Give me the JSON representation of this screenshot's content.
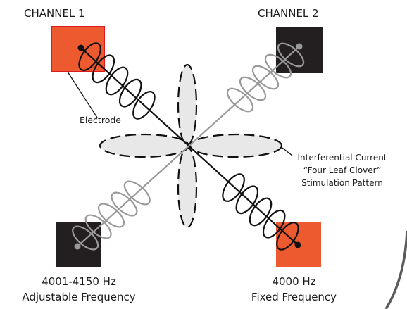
{
  "channel1": {
    "label": "CHANNEL 1",
    "color": "#ee5a2f",
    "border": "#e0181f"
  },
  "channel2": {
    "label": "CHANNEL 2",
    "color": "#231f20"
  },
  "electrode_label": "Electrode",
  "pattern_label": {
    "line1": "Interferential Current",
    "line2": "“Four Leaf Clover”",
    "line3": "Stimulation Pattern"
  },
  "bottom_left": {
    "line1": "4001-4150 Hz",
    "line2": "Adjustable Frequency",
    "color": "#231f20"
  },
  "bottom_right": {
    "line1": "4000 Hz",
    "line2": "Fixed Frequency",
    "color": "#ee5a2f"
  },
  "colors": {
    "wire_dark": "#111111",
    "wire_grey": "#999999",
    "lobe_fill": "#e8e8e8",
    "accent_curve": "#5b5b5b"
  }
}
